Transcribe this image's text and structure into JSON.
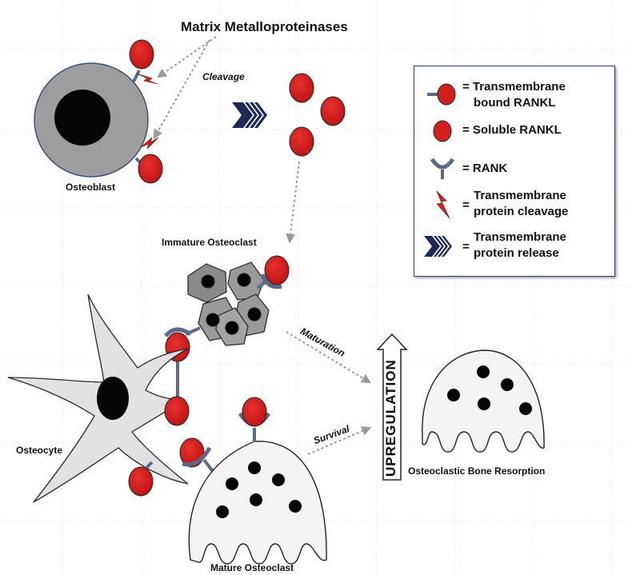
{
  "labels": {
    "mmp": "Matrix Metalloproteinases",
    "cleavage": "Cleavage",
    "osteoblast": "Osteoblast",
    "immature": "Immature Osteoclast",
    "maturation": "Maturation",
    "survival": "Survival",
    "upregulation": "UPREGULATION",
    "osteocyte": "Osteocyte",
    "mature": "Mature Osteoclast",
    "resorption": "Osteoclastic Bone Resorption"
  },
  "legend": {
    "items": [
      {
        "icon": "transmembrane-rankl-icon",
        "lines": [
          "= Transmembrane",
          "bound RANKL"
        ]
      },
      {
        "icon": "soluble-rankl-icon",
        "lines": [
          "= Soluble RANKL"
        ]
      },
      {
        "icon": "rank-receptor-icon",
        "lines": [
          "= RANK"
        ]
      },
      {
        "icon": "cleavage-bolt-icon",
        "lines": [
          "Transmembrane",
          "protein cleavage"
        ],
        "prefix": "="
      },
      {
        "icon": "release-chevron-icon",
        "lines": [
          "Transmembrane",
          "protein release"
        ],
        "prefix": "="
      }
    ]
  },
  "colors": {
    "rankl_red": "#d41f1f",
    "rank_blue": "#5c6a88",
    "cell_gray": "#9a9a9a",
    "cell_light": "#e4e4e4",
    "osteoclast_fill": "#f4f4f4",
    "chevron_navy": "#1c2a5a",
    "bolt_red": "#d62020"
  }
}
